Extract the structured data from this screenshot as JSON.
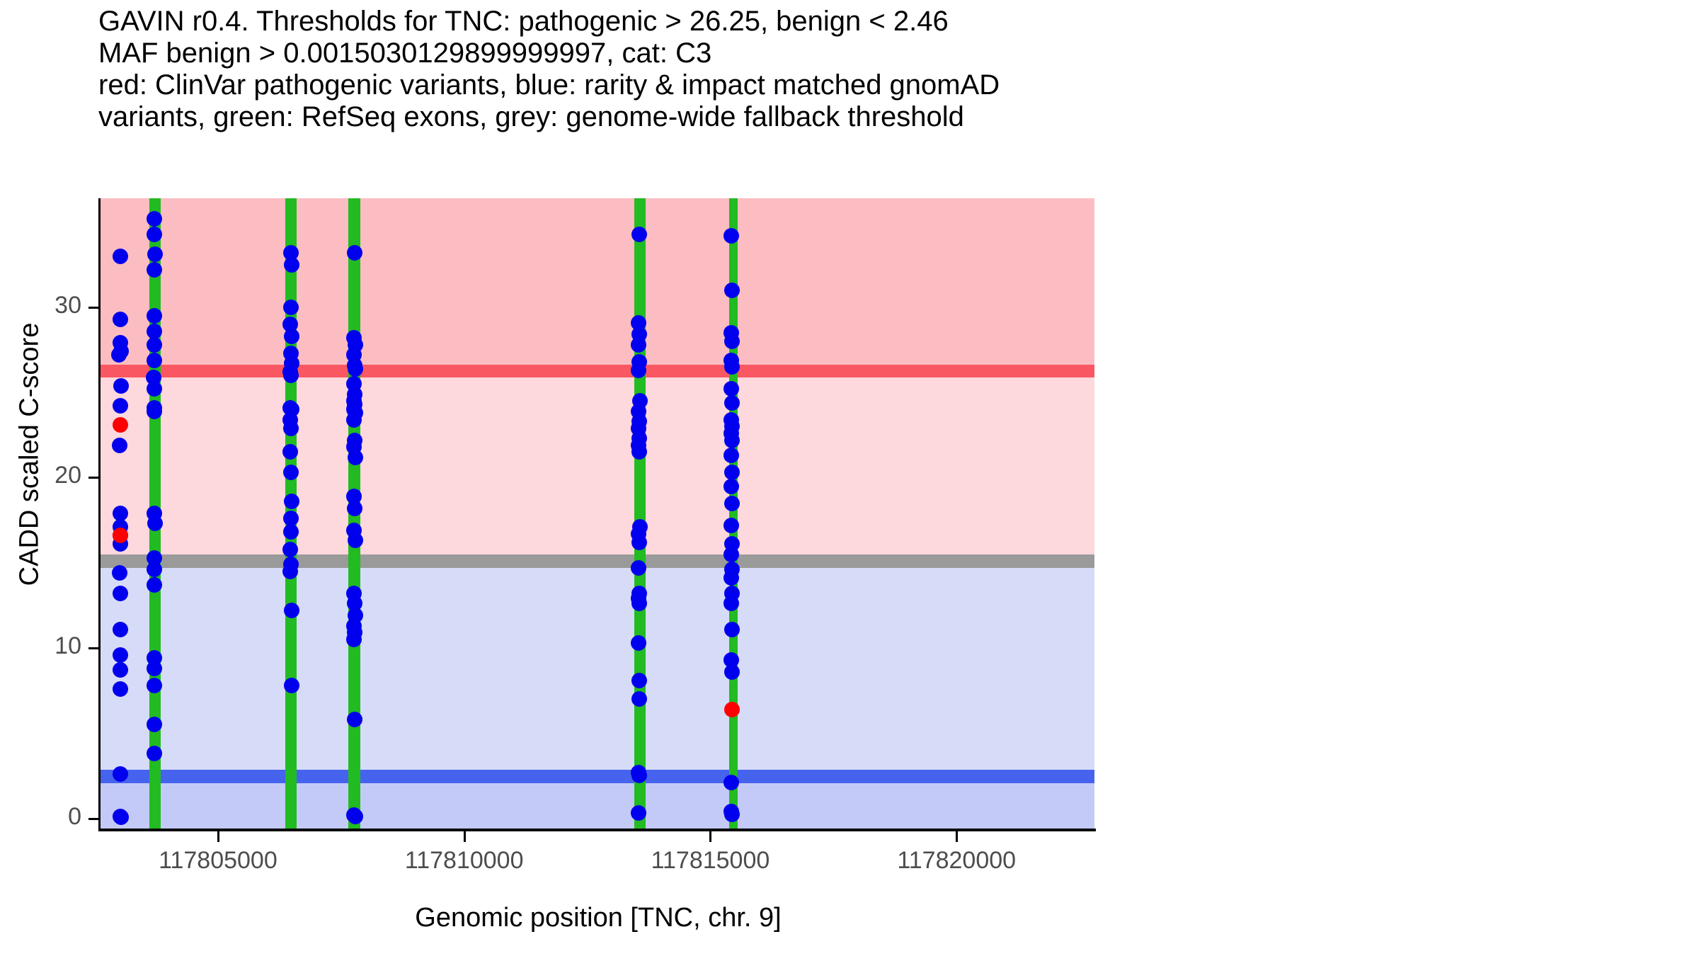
{
  "title": {
    "line1": "GAVIN r0.4. Thresholds for TNC: pathogenic > 26.25, benign < 2.46",
    "line2": "MAF benign > 0.0015030129899999997, cat: C3",
    "line3": "red: ClinVar pathogenic variants, blue: rarity & impact matched gnomAD",
    "line4": "variants, green: RefSeq exons, grey: genome-wide fallback threshold"
  },
  "axes": {
    "y_title": "CADD scaled C-score",
    "x_title": "Genomic position [TNC, chr. 9]",
    "y_ticks": [
      "0",
      "10",
      "20",
      "30"
    ],
    "x_ticks": [
      "117805000",
      "117810000",
      "117815000",
      "117820000"
    ]
  },
  "colors": {
    "pathogenic_band": "#FBBDC2",
    "pathogenic_line": "#F95862",
    "vous_band": "#FDD8DC",
    "fallback_line": "#9A9A9A",
    "benign_band": "#D6DBF7",
    "benign_line": "#4663EE",
    "benign_lower_band": "#C3CAF7",
    "exon": "#22BB22",
    "gnomad_point": "#0000EE",
    "clinvar_point": "#FF0000",
    "axis": "#000000",
    "tick_text": "#4D4D4D"
  },
  "chart_data": {
    "type": "scatter",
    "title": "GAVIN r0.4. Thresholds for TNC: pathogenic > 26.25, benign < 2.46",
    "xlabel": "Genomic position [TNC, chr. 9]",
    "ylabel": "CADD scaled C-score",
    "xlim": [
      117802600,
      117822800
    ],
    "ylim": [
      -0.6,
      36.4
    ],
    "grid": false,
    "legend": "none",
    "gene": "TNC",
    "chromosome": "9",
    "category": "C3",
    "maf_benign": 0.0015030129899999997,
    "thresholds": {
      "pathogenic": 26.25,
      "benign": 2.46,
      "genome_wide_fallback": 15.1
    },
    "bands": [
      {
        "name": "pathogenic",
        "from": 26.25,
        "to": 36.4,
        "color": "#FBBDC2"
      },
      {
        "name": "vous",
        "from": 15.1,
        "to": 26.25,
        "color": "#FDD8DC"
      },
      {
        "name": "benign",
        "from": 2.46,
        "to": 15.1,
        "color": "#D6DBF7"
      },
      {
        "name": "benign-lower",
        "from": -0.6,
        "to": 2.46,
        "color": "#C3CAF7"
      }
    ],
    "exons": [
      {
        "start": 117803600,
        "end": 117803830
      },
      {
        "start": 117806370,
        "end": 117806600
      },
      {
        "start": 117807650,
        "end": 117807890
      },
      {
        "start": 117813450,
        "end": 117813690
      },
      {
        "start": 117815380,
        "end": 117815560
      }
    ],
    "series": [
      {
        "name": "rarity & impact matched gnomAD variants",
        "color": "#0000EE",
        "points": [
          [
            117803020,
            33.0
          ],
          [
            117803020,
            29.3
          ],
          [
            117803010,
            27.9
          ],
          [
            117803030,
            27.4
          ],
          [
            117802995,
            27.2
          ],
          [
            117803030,
            25.4
          ],
          [
            117803010,
            24.2
          ],
          [
            117803005,
            21.9
          ],
          [
            117803010,
            17.9
          ],
          [
            117803020,
            17.1
          ],
          [
            117803010,
            16.6
          ],
          [
            117803015,
            16.1
          ],
          [
            117803005,
            14.4
          ],
          [
            117803020,
            13.2
          ],
          [
            117803010,
            11.1
          ],
          [
            117803015,
            9.6
          ],
          [
            117803020,
            8.7
          ],
          [
            117803010,
            7.6
          ],
          [
            117803015,
            2.6
          ],
          [
            117803010,
            0.1
          ],
          [
            117803028,
            0.05
          ],
          [
            117803700,
            35.2
          ],
          [
            117803700,
            34.3
          ],
          [
            117803715,
            33.1
          ],
          [
            117803700,
            32.2
          ],
          [
            117803705,
            29.5
          ],
          [
            117803710,
            28.6
          ],
          [
            117803700,
            27.8
          ],
          [
            117803700,
            26.9
          ],
          [
            117803695,
            25.9
          ],
          [
            117803705,
            25.2
          ],
          [
            117803700,
            24.1
          ],
          [
            117803710,
            23.9
          ],
          [
            117803700,
            17.9
          ],
          [
            117803715,
            17.3
          ],
          [
            117803705,
            15.3
          ],
          [
            117803700,
            14.6
          ],
          [
            117803700,
            13.7
          ],
          [
            117803710,
            9.4
          ],
          [
            117803700,
            8.8
          ],
          [
            117803705,
            7.8
          ],
          [
            117803700,
            5.5
          ],
          [
            117803705,
            3.8
          ],
          [
            117806480,
            33.2
          ],
          [
            117806495,
            32.5
          ],
          [
            117806475,
            30.0
          ],
          [
            117806470,
            29.0
          ],
          [
            117806490,
            28.3
          ],
          [
            117806475,
            27.3
          ],
          [
            117806500,
            26.7
          ],
          [
            117806470,
            26.2
          ],
          [
            117806480,
            26.0
          ],
          [
            117806470,
            24.1
          ],
          [
            117806495,
            24.0
          ],
          [
            117806465,
            23.4
          ],
          [
            117806480,
            22.9
          ],
          [
            117806470,
            21.5
          ],
          [
            117806475,
            20.3
          ],
          [
            117806500,
            18.6
          ],
          [
            117806485,
            17.6
          ],
          [
            117806480,
            16.8
          ],
          [
            117806470,
            15.8
          ],
          [
            117806480,
            14.9
          ],
          [
            117806465,
            14.5
          ],
          [
            117806495,
            12.2
          ],
          [
            117806490,
            7.8
          ],
          [
            117807770,
            33.2
          ],
          [
            117807760,
            28.2
          ],
          [
            117807785,
            27.8
          ],
          [
            117807755,
            27.2
          ],
          [
            117807770,
            26.6
          ],
          [
            117807790,
            26.4
          ],
          [
            117807760,
            25.5
          ],
          [
            117807775,
            24.9
          ],
          [
            117807755,
            24.5
          ],
          [
            117807780,
            24.3
          ],
          [
            117807765,
            24.0
          ],
          [
            117807790,
            23.8
          ],
          [
            117807760,
            23.4
          ],
          [
            117807775,
            22.2
          ],
          [
            117807755,
            21.8
          ],
          [
            117807785,
            21.2
          ],
          [
            117807765,
            18.9
          ],
          [
            117807775,
            18.2
          ],
          [
            117807755,
            16.9
          ],
          [
            117807785,
            16.3
          ],
          [
            117807760,
            13.2
          ],
          [
            117807775,
            12.6
          ],
          [
            117807790,
            11.9
          ],
          [
            117807760,
            11.3
          ],
          [
            117807780,
            10.9
          ],
          [
            117807765,
            10.5
          ],
          [
            117807775,
            5.8
          ],
          [
            117807760,
            0.2
          ],
          [
            117807785,
            0.1
          ],
          [
            117813550,
            34.3
          ],
          [
            117813545,
            29.1
          ],
          [
            117813560,
            28.4
          ],
          [
            117813540,
            27.8
          ],
          [
            117813555,
            26.8
          ],
          [
            117813545,
            26.3
          ],
          [
            117813565,
            24.5
          ],
          [
            117813535,
            23.9
          ],
          [
            117813555,
            23.3
          ],
          [
            117813545,
            22.9
          ],
          [
            117813560,
            22.3
          ],
          [
            117813540,
            21.9
          ],
          [
            117813550,
            21.5
          ],
          [
            117813565,
            17.1
          ],
          [
            117813540,
            16.7
          ],
          [
            117813555,
            16.2
          ],
          [
            117813545,
            14.7
          ],
          [
            117813560,
            13.2
          ],
          [
            117813540,
            12.9
          ],
          [
            117813555,
            12.6
          ],
          [
            117813545,
            10.3
          ],
          [
            117813550,
            8.1
          ],
          [
            117813560,
            7.0
          ],
          [
            117813540,
            2.7
          ],
          [
            117813555,
            2.5
          ],
          [
            117813545,
            0.3
          ],
          [
            117815420,
            34.2
          ],
          [
            117815440,
            31.0
          ],
          [
            117815430,
            28.5
          ],
          [
            117815445,
            28.0
          ],
          [
            117815425,
            26.9
          ],
          [
            117815435,
            26.5
          ],
          [
            117815420,
            25.2
          ],
          [
            117815440,
            24.4
          ],
          [
            117815430,
            23.4
          ],
          [
            117815445,
            23.0
          ],
          [
            117815425,
            22.6
          ],
          [
            117815435,
            22.2
          ],
          [
            117815420,
            21.3
          ],
          [
            117815440,
            20.3
          ],
          [
            117815430,
            19.5
          ],
          [
            117815445,
            18.5
          ],
          [
            117815425,
            17.2
          ],
          [
            117815435,
            16.1
          ],
          [
            117815420,
            15.5
          ],
          [
            117815440,
            14.6
          ],
          [
            117815430,
            14.1
          ],
          [
            117815445,
            13.2
          ],
          [
            117815425,
            12.6
          ],
          [
            117815435,
            11.1
          ],
          [
            117815420,
            9.3
          ],
          [
            117815440,
            8.6
          ],
          [
            117815430,
            2.1
          ],
          [
            117815425,
            0.4
          ],
          [
            117815440,
            0.25
          ]
        ]
      },
      {
        "name": "ClinVar pathogenic variants",
        "color": "#FF0000",
        "points": [
          [
            117803010,
            23.1
          ],
          [
            117803012,
            16.6
          ],
          [
            117815435,
            6.4
          ]
        ]
      }
    ]
  }
}
